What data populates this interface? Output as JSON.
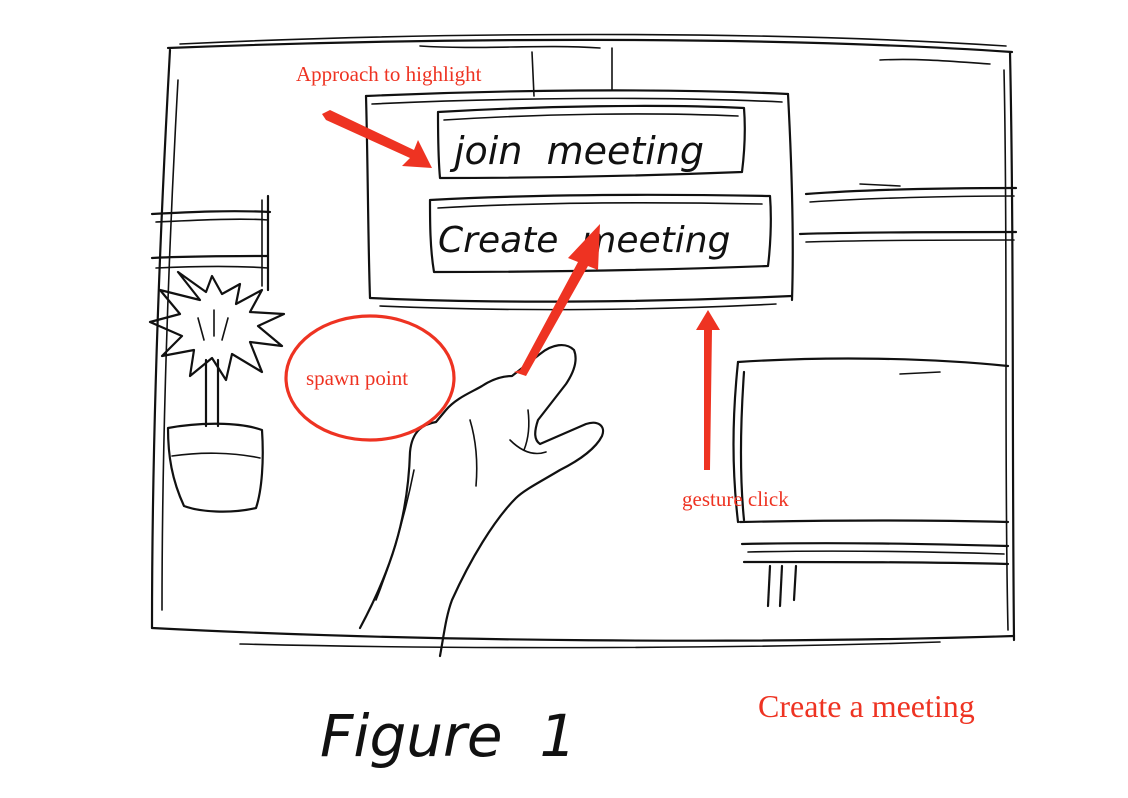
{
  "panel": {
    "join_button_label": "join  meeting",
    "create_button_label": "Create  meeting"
  },
  "annotations": {
    "approach_label": "Approach to highlight",
    "spawn_label": "spawn point",
    "gesture_label": "gesture click"
  },
  "caption": {
    "figure_label": "Figure  1",
    "title": "Create a meeting"
  },
  "colors": {
    "ink": "#111111",
    "annotation": "#ee3322",
    "background": "#ffffff"
  }
}
